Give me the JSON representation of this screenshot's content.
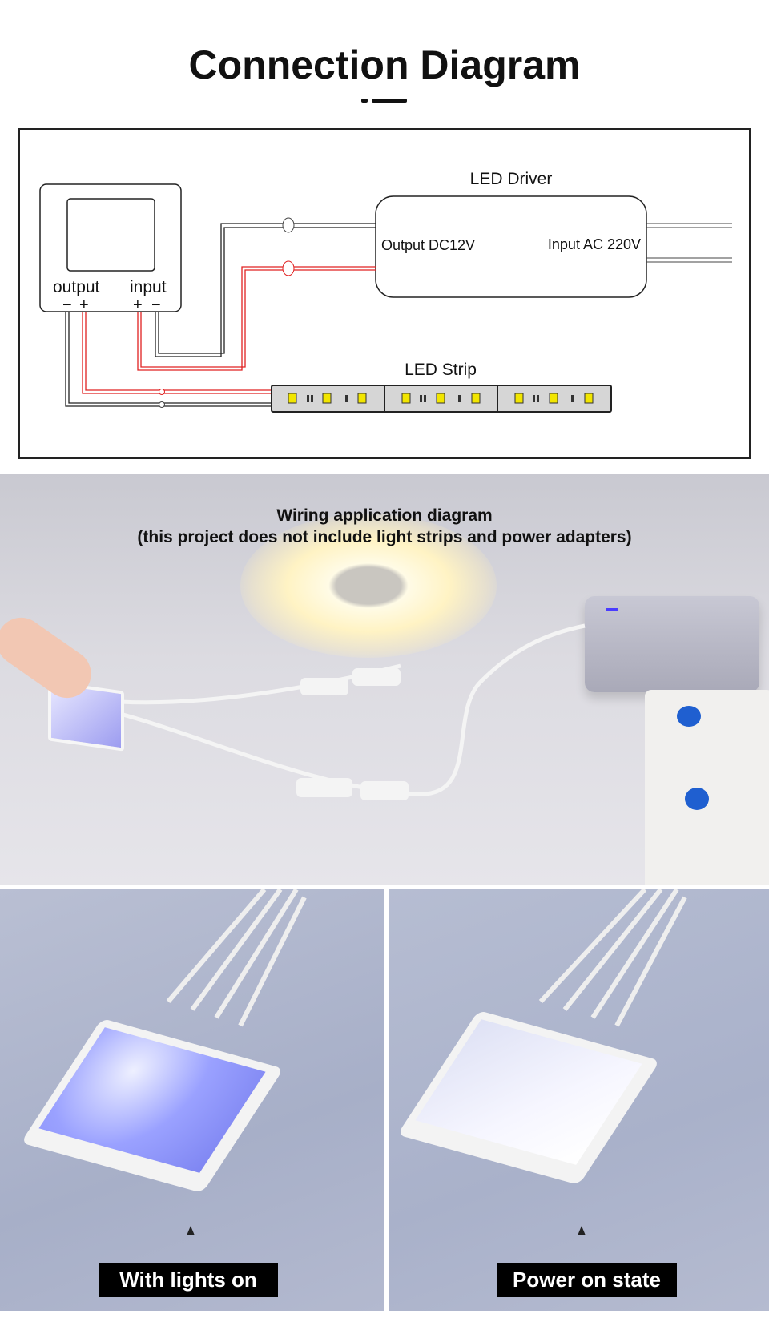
{
  "title": "Connection Diagram",
  "diagram": {
    "controller": {
      "output_label": "output",
      "input_label": "input",
      "out_minus": "−",
      "out_plus": "+",
      "in_plus": "+",
      "in_minus": "−"
    },
    "driver": {
      "title": "LED Driver",
      "output_label": "Output DC12V",
      "input_label": "Input AC 220V"
    },
    "strip": {
      "title": "LED Strip"
    },
    "colors": {
      "wire_red": "#e02020",
      "wire_black": "#222222",
      "led": "#f2e600"
    }
  },
  "photo": {
    "line1": "Wiring application diagram",
    "line2": "(this project does not include light strips and power adapters)"
  },
  "bottom": {
    "left_label": "With lights on",
    "right_label": "Power on state"
  }
}
